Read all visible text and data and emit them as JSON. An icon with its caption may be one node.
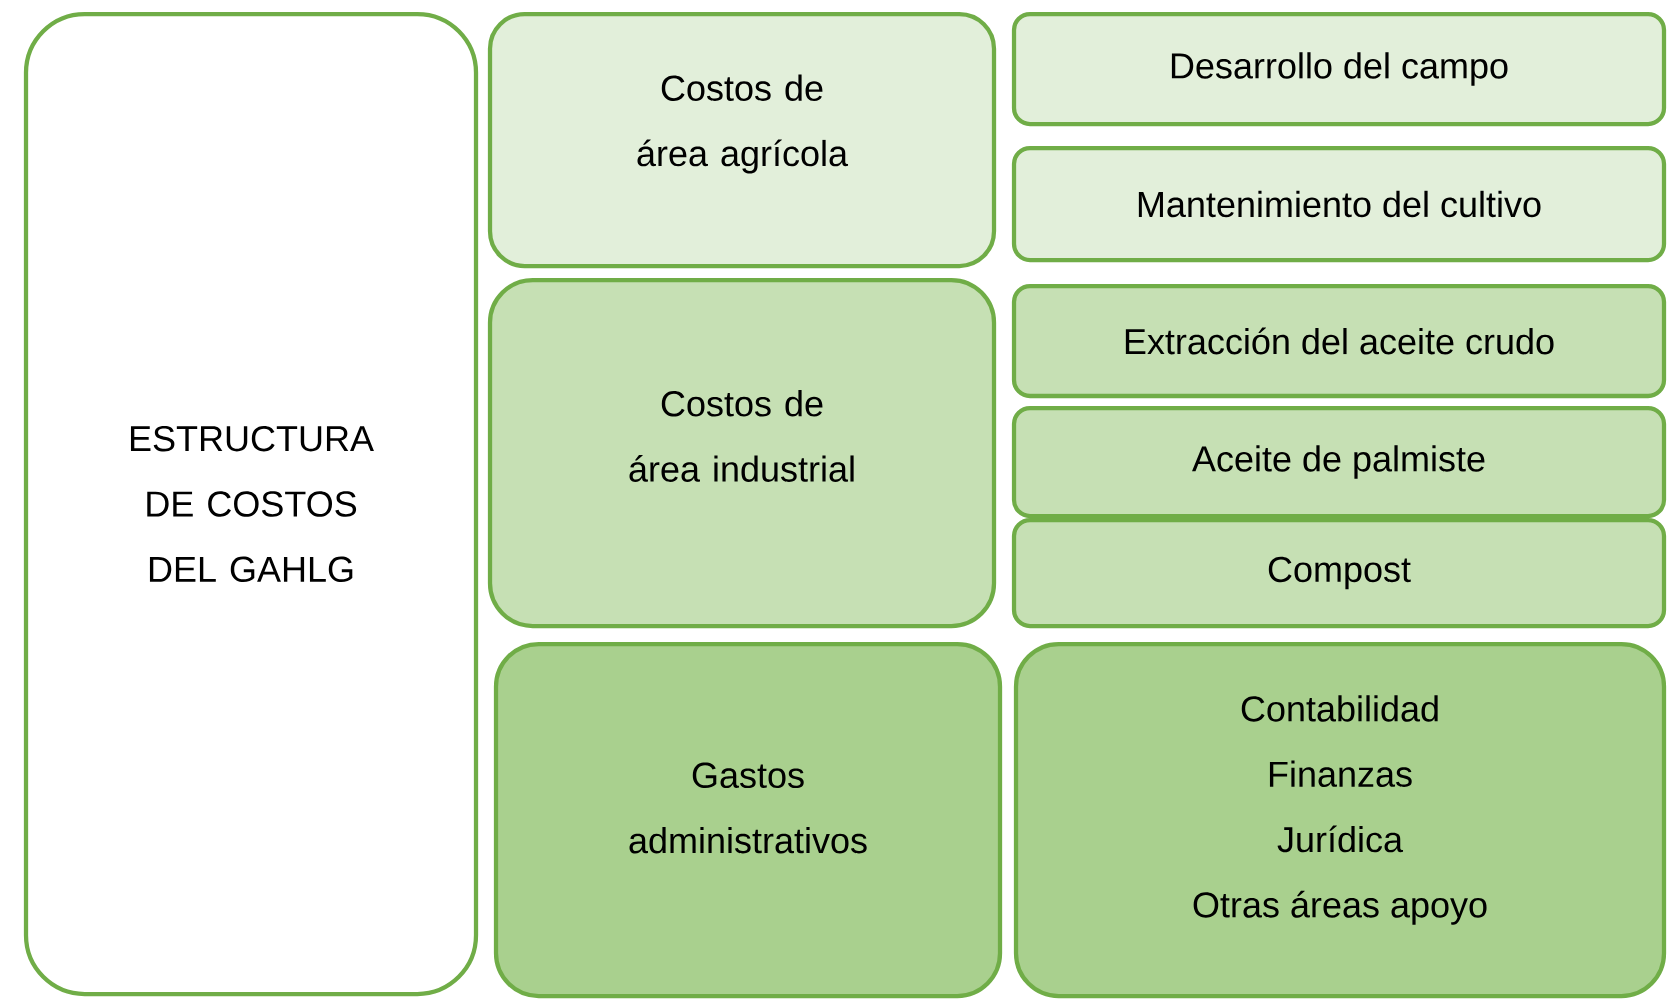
{
  "diagram": {
    "nodes": [
      {
        "text": [
          "ESTRUCTURA DE COSTOS DEL GAHLG"
        ]
      },
      {
        "text": [
          "Costos de área agrícola"
        ]
      },
      {
        "text": [
          "Desarrollo del campo"
        ]
      },
      {
        "text": [
          "Mantenimiento del cultivo"
        ]
      },
      {
        "text": [
          "Costos de área industrial"
        ]
      },
      {
        "text": [
          "Extracción del aceite crudo"
        ]
      },
      {
        "text": [
          "Aceite de palmiste"
        ]
      },
      {
        "text": [
          "Compost"
        ]
      },
      {
        "text": [
          "Gastos administrativos"
        ]
      },
      {
        "text": [
          "Contabilidad",
          "Finanzas",
          "Jurídica",
          "Otras áreas apoyo"
        ]
      }
    ]
  }
}
